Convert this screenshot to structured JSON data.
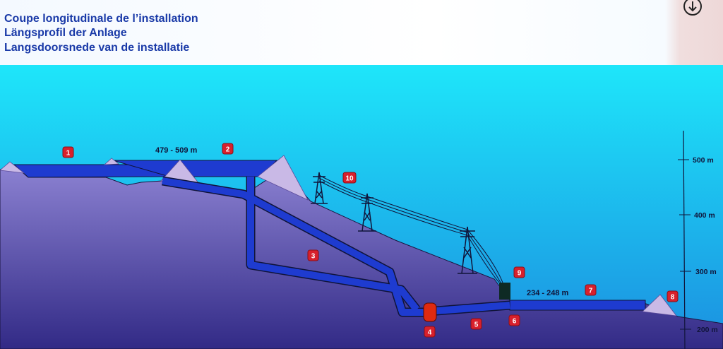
{
  "header": {
    "title_fr": "Coupe longitudinale de l’installation",
    "title_de": "Längsprofil der Anlage",
    "title_nl": "Langsdoorsnede van de installatie",
    "download_icon": "arrow-down-circle-icon"
  },
  "diagram": {
    "upper_level": "479 - 509 m",
    "lower_level": "234 - 248 m",
    "badges": [
      "1",
      "2",
      "3",
      "4",
      "5",
      "6",
      "7",
      "8",
      "9",
      "10"
    ],
    "scale": [
      "500 m",
      "400 m",
      "300 m",
      "200 m"
    ]
  },
  "colors": {
    "sky_top": "#1ee6fa",
    "sky_bottom": "#1b8fe0",
    "ground_top": "#8c82d2",
    "ground_bottom": "#322a86",
    "water": "#1e3bd0",
    "snow": "#c9b9e6",
    "badge": "#d8202c"
  }
}
